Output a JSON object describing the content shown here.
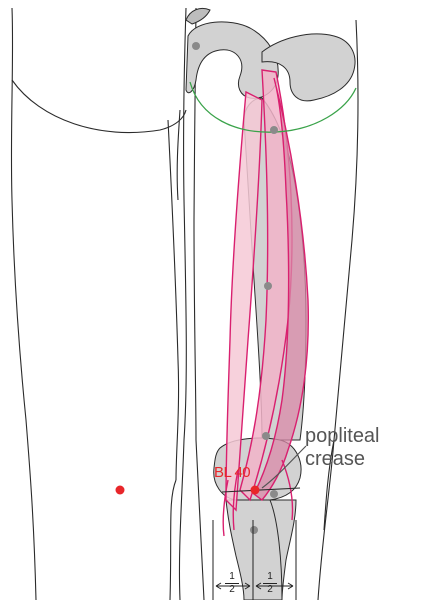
{
  "point": {
    "label": "BL 40",
    "color": "#e8262a"
  },
  "landmark": {
    "line1": "popliteal",
    "line2": "crease"
  },
  "measure": {
    "left": {
      "numerator": "1",
      "denominator": "2"
    },
    "right": {
      "numerator": "1",
      "denominator": "2"
    }
  },
  "colors": {
    "muscle_fill": "#f6c9d6",
    "muscle_stroke": "#d9206f",
    "bone_fill": "#d2d2d2",
    "outline": "#2b2b2b",
    "crease_line": "#3aa34a",
    "marker": "#8a8a8a"
  }
}
